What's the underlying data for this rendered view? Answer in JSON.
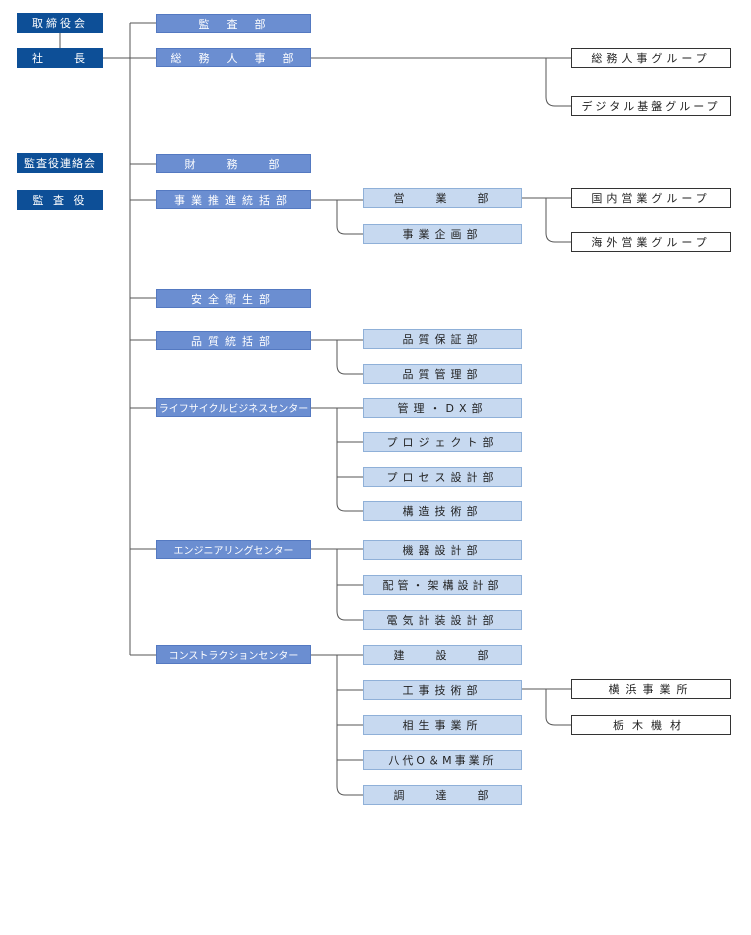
{
  "top_left": {
    "board": "取締役会",
    "president": "社　　長",
    "audit_council": "監査役連絡会",
    "auditor": "監 査 役"
  },
  "departments": [
    {
      "label": "監　査　部"
    },
    {
      "label": "総　務　人　事　部"
    },
    {
      "label": "財　　務　　部"
    },
    {
      "label": "事業推進統括部"
    },
    {
      "label": "安全衛生部"
    },
    {
      "label": "品質統括部"
    },
    {
      "label": "ライフサイクルビジネスセンター"
    },
    {
      "label": "エンジニアリングセンター"
    },
    {
      "label": "コンストラクションセンター"
    }
  ],
  "sub_departments": [
    {
      "label": "営　　業　　部"
    },
    {
      "label": "事業企画部"
    },
    {
      "label": "品質保証部"
    },
    {
      "label": "品質管理部"
    },
    {
      "label": "管理・DX部"
    },
    {
      "label": "プロジェクト部"
    },
    {
      "label": "プロセス設計部"
    },
    {
      "label": "構造技術部"
    },
    {
      "label": "機器設計部"
    },
    {
      "label": "配管・架構設計部"
    },
    {
      "label": "電気計装設計部"
    },
    {
      "label": "建　　設　　部"
    },
    {
      "label": "工事技術部"
    },
    {
      "label": "相生事業所"
    },
    {
      "label": "八代O＆M事業所"
    },
    {
      "label": "調　　達　　部"
    }
  ],
  "groups": [
    {
      "label": "総務人事グループ"
    },
    {
      "label": "デジタル基盤グループ"
    },
    {
      "label": "国内営業グループ"
    },
    {
      "label": "海外営業グループ"
    },
    {
      "label": "横浜事業所"
    },
    {
      "label": "栃木機材"
    }
  ]
}
